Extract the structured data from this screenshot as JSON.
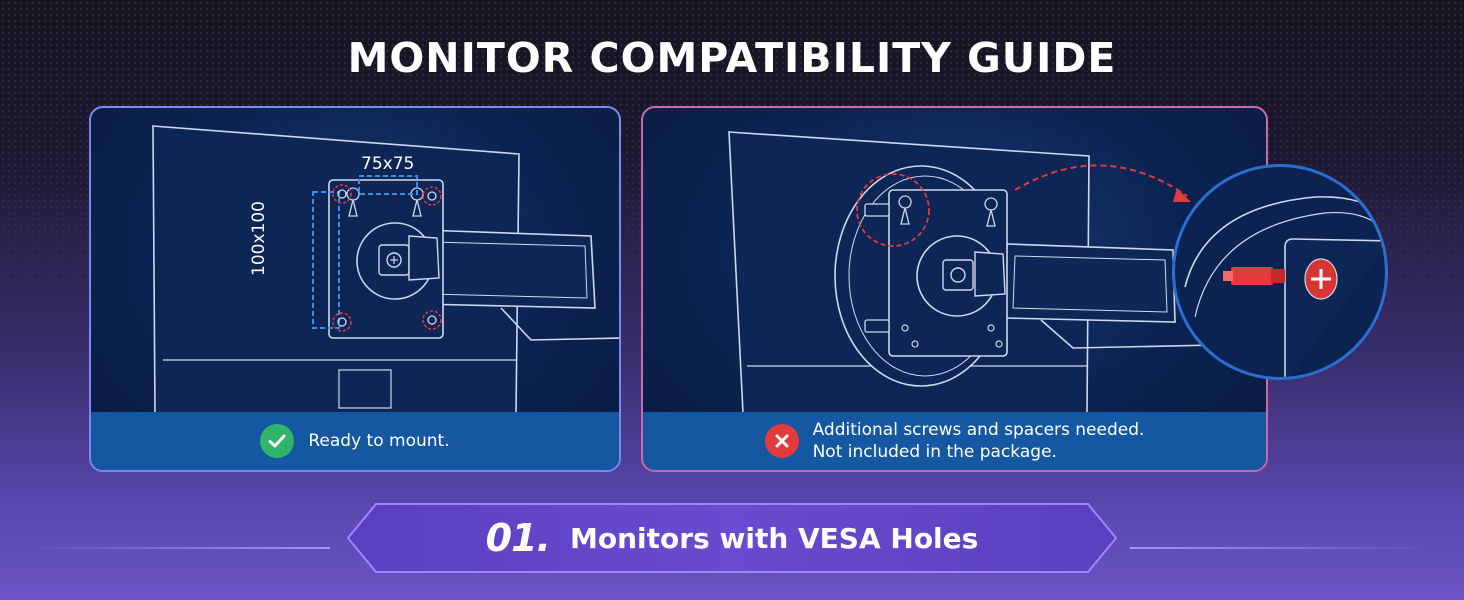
{
  "title": "MONITOR COMPATIBILITY GUIDE",
  "panels": [
    {
      "status": "compatible",
      "icon": "check-icon",
      "caption": "Ready to mount.",
      "dimensions": {
        "horizontal": "75x75",
        "vertical": "100x100"
      }
    },
    {
      "status": "incompatible",
      "icon": "x-icon",
      "caption": "Additional screws and spacers needed.\nNot included in the package."
    }
  ],
  "banner": {
    "number": "01.",
    "label": "Monitors with VESA Holes"
  },
  "colors": {
    "check": "#2fb56a",
    "cross": "#e23b3b",
    "caption_bar": "#1557a0",
    "panel_left_border": "#7e86f2",
    "panel_right_border": "#c66ba8",
    "banner_fill": "#6a4bd0"
  }
}
